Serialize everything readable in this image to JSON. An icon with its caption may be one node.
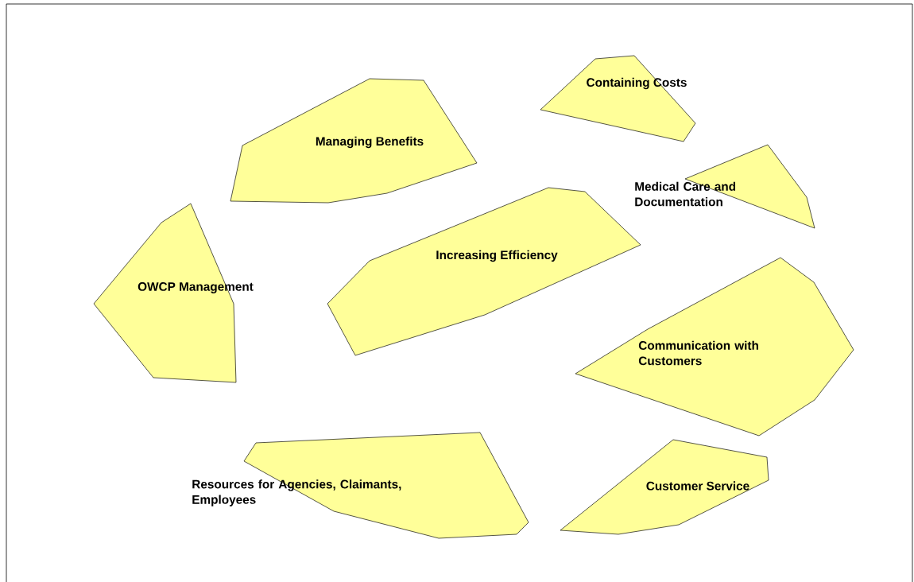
{
  "diagram": {
    "nodes": [
      {
        "text": [
          "Containing Costs"
        ]
      },
      {
        "text": [
          "Managing Benefits"
        ]
      },
      {
        "text": [
          "Medical Care and Documentation"
        ]
      },
      {
        "text": [
          "Increasing Efficiency"
        ]
      },
      {
        "text": [
          "OWCP Management"
        ]
      },
      {
        "text": [
          "Communication with Customers"
        ]
      },
      {
        "text": [
          "Resources for Agencies, Claimants, Employees"
        ]
      },
      {
        "text": [
          "Customer Service"
        ]
      }
    ]
  }
}
